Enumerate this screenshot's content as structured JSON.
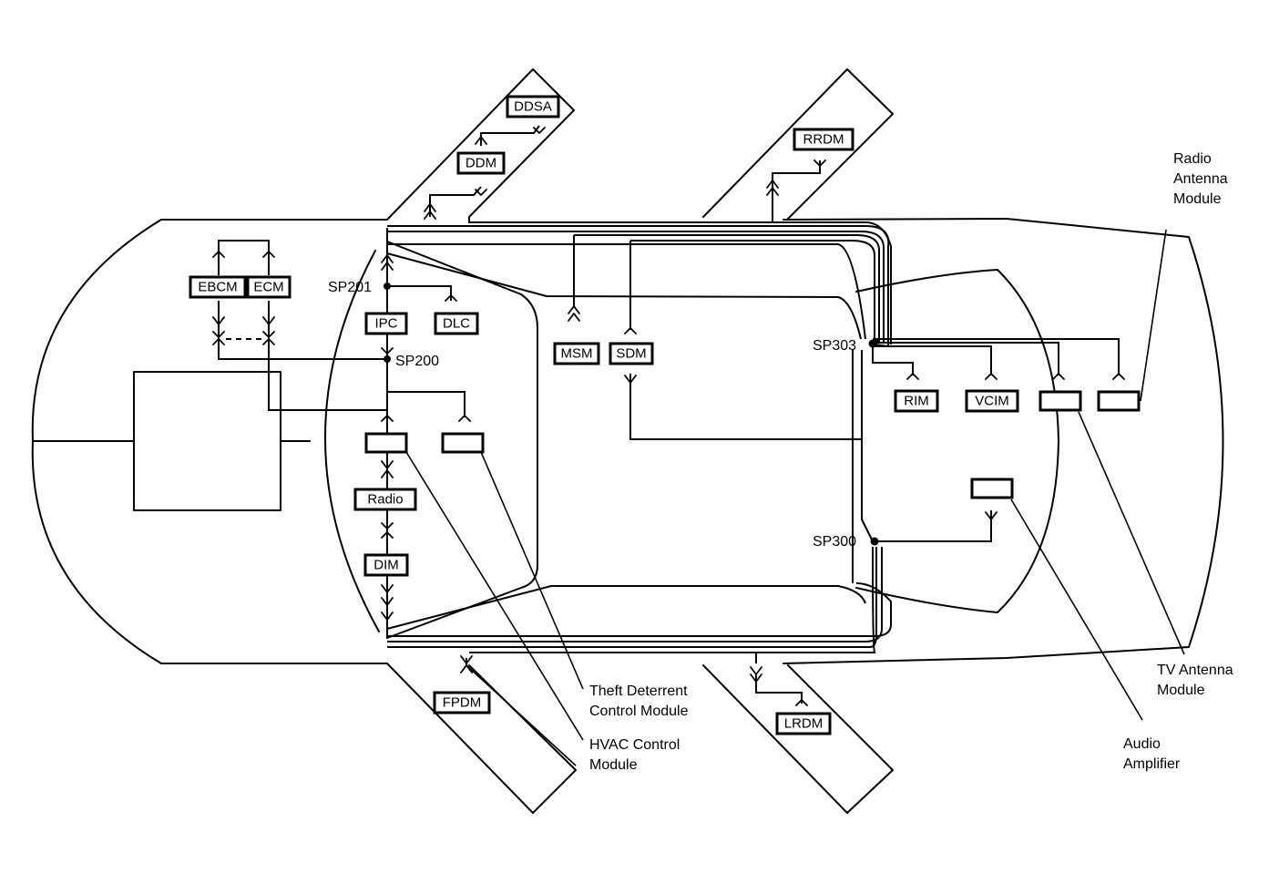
{
  "modules": {
    "ddsa": "DDSA",
    "ddm": "DDM",
    "rrdm": "RRDM",
    "ebcm": "EBCM",
    "ecm": "ECM",
    "ipc": "IPC",
    "dlc": "DLC",
    "msm": "MSM",
    "sdm": "SDM",
    "rim": "RIM",
    "vcim": "VCIM",
    "radio": "Radio",
    "dim": "DIM",
    "fpdm": "FPDM",
    "lrdm": "LRDM"
  },
  "splices": {
    "sp201": "SP201",
    "sp200": "SP200",
    "sp303": "SP303",
    "sp300": "SP300"
  },
  "callouts": {
    "radio_antenna": [
      "Radio",
      "Antenna",
      "Module"
    ],
    "tv_antenna": [
      "TV Antenna",
      "Module"
    ],
    "audio_amplifier": [
      "Audio",
      "Amplifier"
    ],
    "theft_deterrent": [
      "Theft Deterrent",
      "Control Module"
    ],
    "hvac": [
      "HVAC Control",
      "Module"
    ]
  }
}
